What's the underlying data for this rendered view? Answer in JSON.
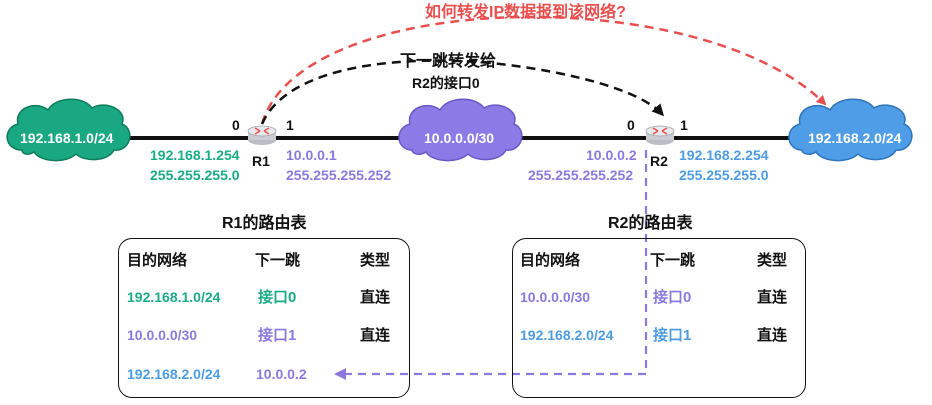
{
  "question": "如何转发IP数据报到该网络?",
  "forward_note": {
    "line1": "下一跳转发给",
    "line2": "R2的接口0"
  },
  "networks": {
    "left": "192.168.1.0/24",
    "middle": "10.0.0.0/30",
    "right": "192.168.2.0/24"
  },
  "routers": {
    "r1": {
      "name": "R1",
      "if0_label": "0",
      "if1_label": "1",
      "if0_ip": "192.168.1.254",
      "if0_mask": "255.255.255.0",
      "if1_ip": "10.0.0.1",
      "if1_mask": "255.255.255.252"
    },
    "r2": {
      "name": "R2",
      "if0_label": "0",
      "if1_label": "1",
      "if0_ip": "10.0.0.2",
      "if0_mask": "255.255.255.252",
      "if1_ip": "192.168.2.254",
      "if1_mask": "255.255.255.0"
    }
  },
  "r1_table": {
    "title": "R1的路由表",
    "headers": [
      "目的网络",
      "下一跳",
      "类型"
    ],
    "rows": [
      [
        "192.168.1.0/24",
        "接口0",
        "直连"
      ],
      [
        "10.0.0.0/30",
        "接口1",
        "直连"
      ],
      [
        "192.168.2.0/24",
        "10.0.0.2",
        ""
      ]
    ]
  },
  "r2_table": {
    "title": "R2的路由表",
    "headers": [
      "目的网络",
      "下一跳",
      "类型"
    ],
    "rows": [
      [
        "10.0.0.0/30",
        "接口0",
        "直连"
      ],
      [
        "192.168.2.0/24",
        "接口1",
        "直连"
      ]
    ]
  },
  "colors": {
    "green": "#1aab86",
    "purple": "#8b79de",
    "blue": "#4d9be0",
    "red": "#e85050",
    "black": "#111111"
  }
}
